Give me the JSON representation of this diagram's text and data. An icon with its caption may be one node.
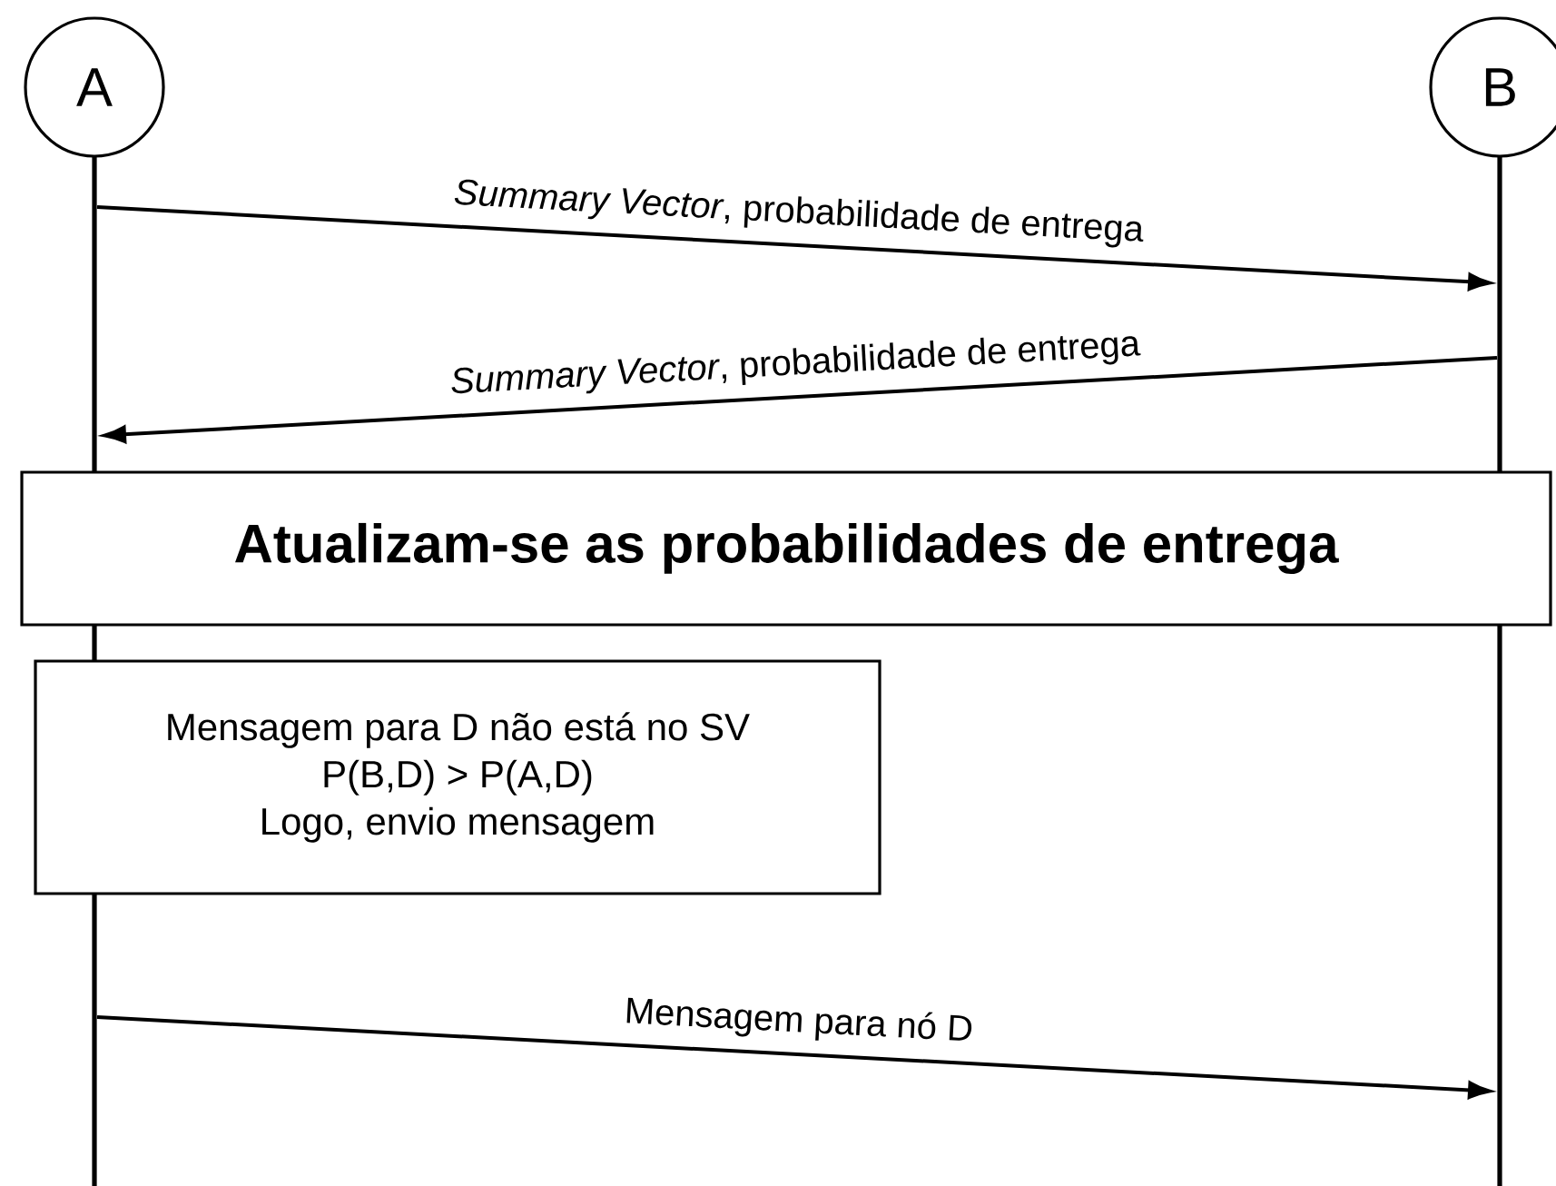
{
  "diagram": {
    "nodes": [
      {
        "text": [
          "A"
        ]
      },
      {
        "text": [
          "B"
        ]
      },
      {
        "text": [],
        "shape": "bar"
      },
      {
        "text": [],
        "shape": "bar"
      },
      {
        "text": [
          "Atualizam-se as probabilidades de entrega"
        ]
      },
      {
        "text": [
          "Mensagem para D não está no SV",
          "P(B,D) > P(A,D)",
          "Logo, envio mensagem"
        ]
      }
    ],
    "edges": [
      {
        "from": 2,
        "to": 3,
        "arrow": "to",
        "label": "*Summary Vector*, probabilidade de entrega"
      },
      {
        "from": 3,
        "to": 2,
        "arrow": "to",
        "label": "*Summary Vector*, probabilidade de entrega"
      },
      {
        "from": 2,
        "to": 3,
        "arrow": "to",
        "label": "Mensagem para nó D"
      }
    ]
  }
}
